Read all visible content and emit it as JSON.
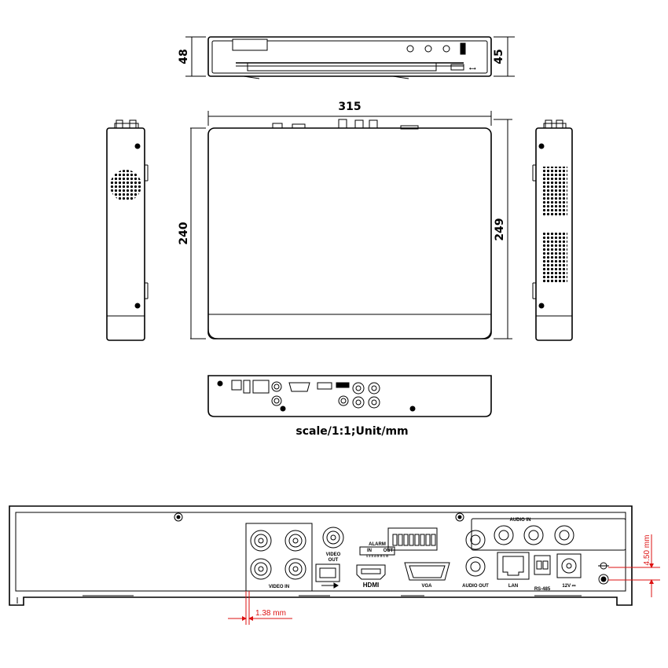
{
  "dimensions": {
    "height_front": "48",
    "height_back": "45",
    "width": "315",
    "depth_left": "240",
    "depth_right": "249"
  },
  "caption": "scale/1:1;Unit/mm",
  "rear_panel": {
    "labels": {
      "video_in": "VIDEO IN",
      "video_out_1": "VIDEO",
      "video_out_2": "OUT",
      "alarm": "ALARM",
      "alarm_in": "IN",
      "alarm_out": "OUT",
      "alarm_numbers": "1 2 3 4  G G 1 G",
      "hdmi": "HDMI",
      "vga": "VGA",
      "audio_out": "AUDIO OUT",
      "audio_in": "AUDIO IN",
      "lan": "LAN",
      "rs485": "RS-485",
      "power": "12V ⎓"
    },
    "callouts": {
      "height_offset": "4.50 mm",
      "edge_offset": "1.38 mm"
    }
  },
  "colors": {
    "line": "#000000",
    "callout": "#dd1111"
  }
}
